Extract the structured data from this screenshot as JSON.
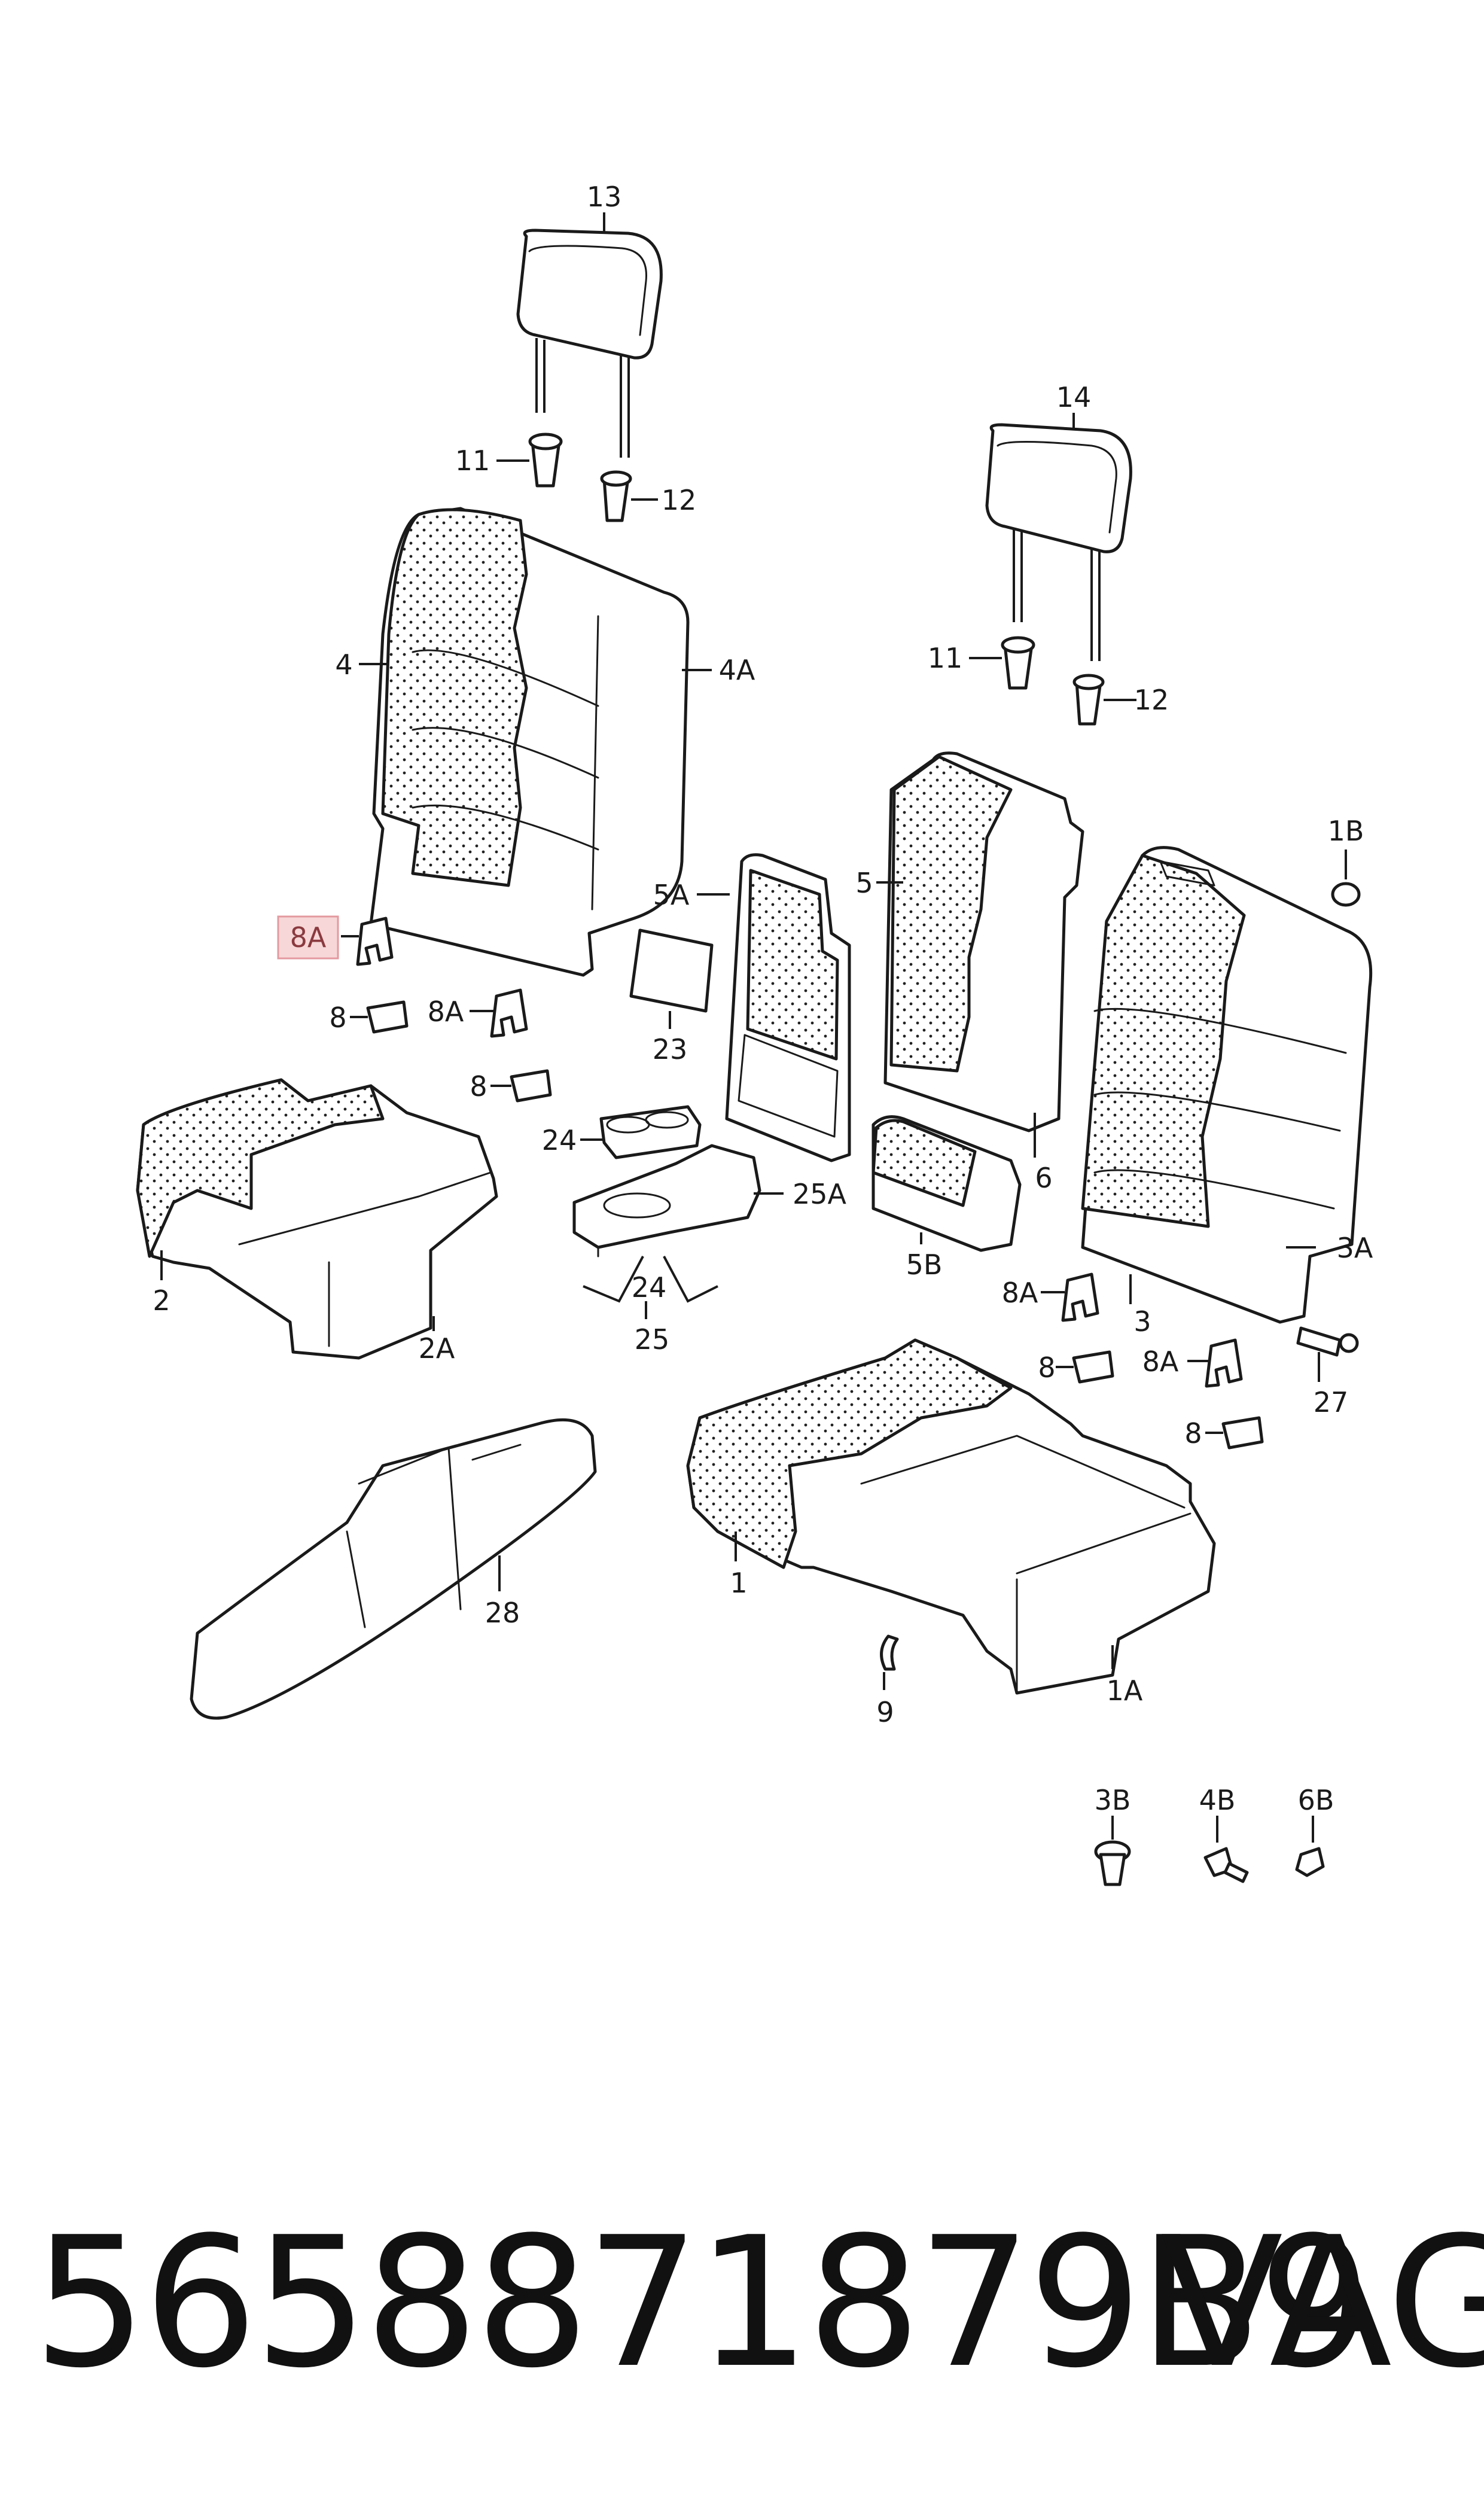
{
  "labels": {
    "l13": "13",
    "l14": "14",
    "l11a": "11",
    "l12a": "12",
    "l11b": "11",
    "l12b": "12",
    "l4": "4",
    "l4A": "4A",
    "l5A": "5A",
    "l5": "5",
    "l1B": "1B",
    "l8A_highlight": "8A",
    "l8_1": "8",
    "l8A_2": "8A",
    "l8_2": "8",
    "l23": "23",
    "l24a": "24",
    "l25A": "25A",
    "l24b": "24",
    "l25": "25",
    "l2": "2",
    "l2A": "2A",
    "l6": "6",
    "l5B": "5B",
    "l3": "3",
    "l3A": "3A",
    "l8A_3": "8A",
    "l8_3": "8",
    "l8A_4": "8A",
    "l8_4": "8",
    "l27": "27",
    "l28": "28",
    "l1": "1",
    "l9": "9",
    "l1A": "1A",
    "l3B": "3B",
    "l4B": "4B",
    "l6B": "6B"
  },
  "footer": {
    "part_number": "5658871879B9",
    "brand": "VAG"
  },
  "highlight_color": "#f7d7d8"
}
